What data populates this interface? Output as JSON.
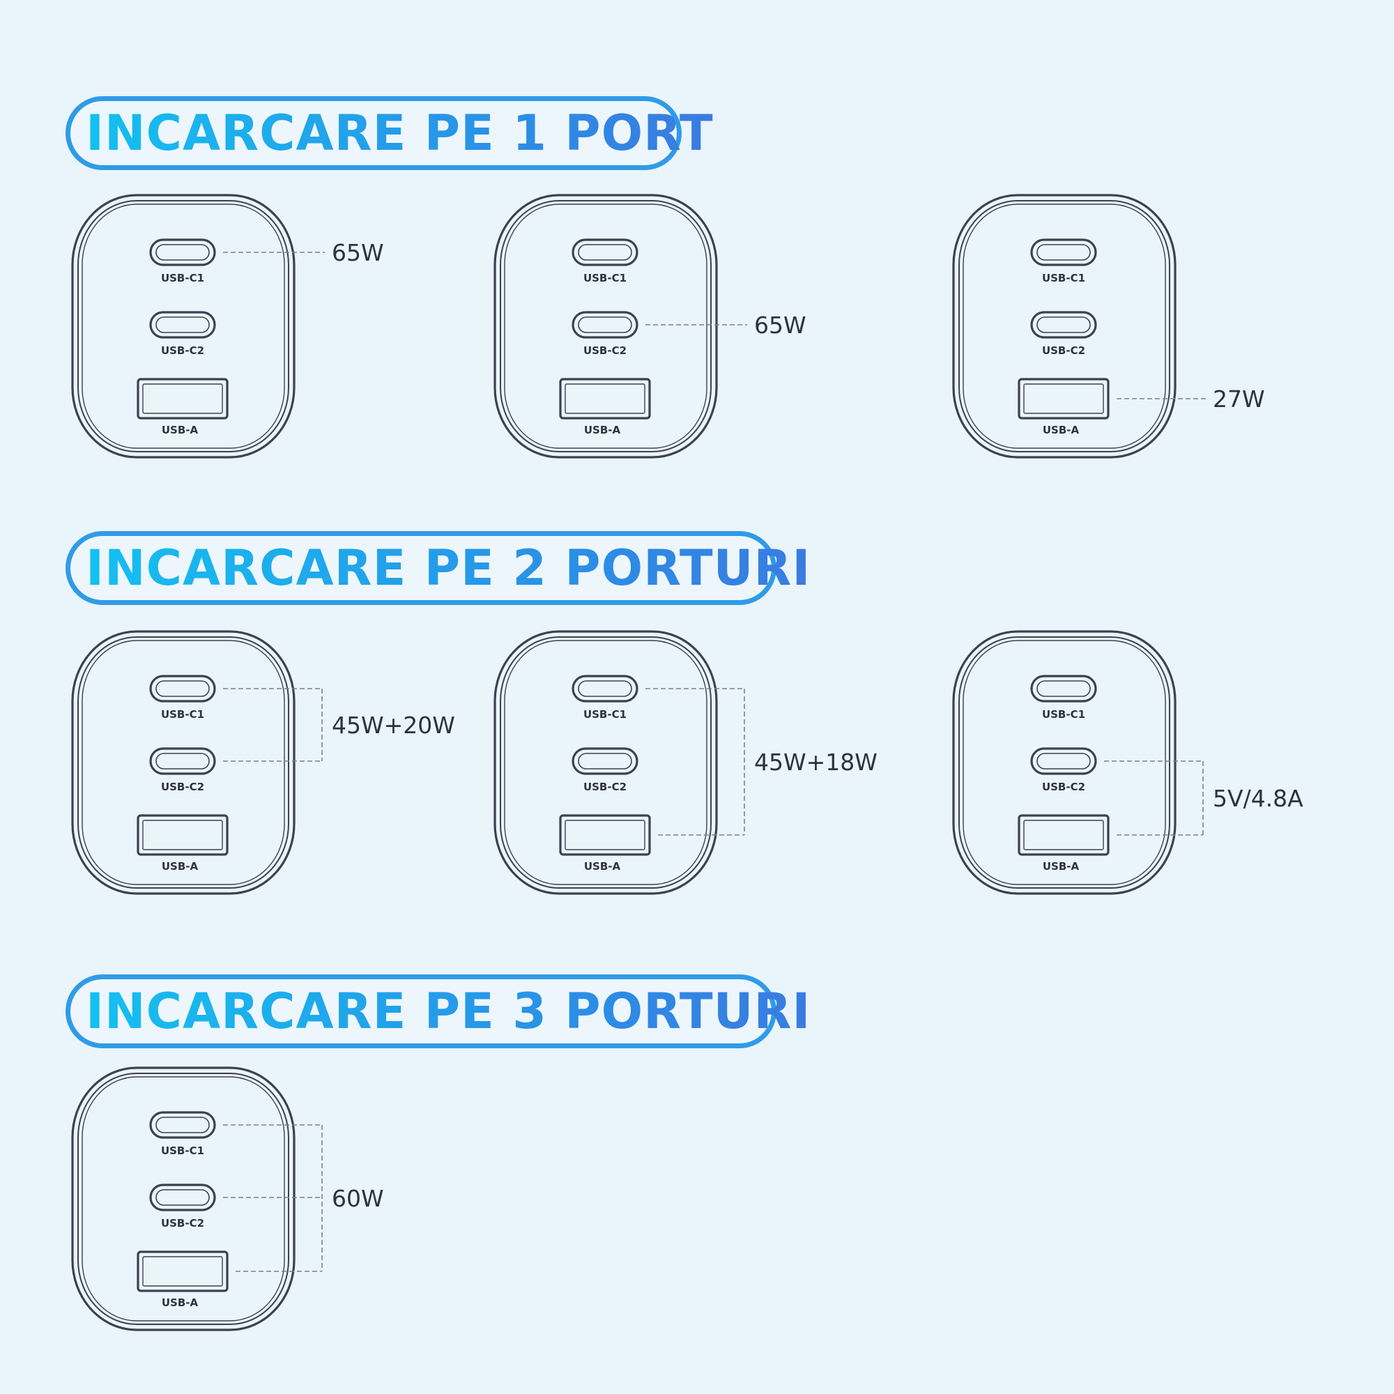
{
  "sections": [
    {
      "title": "INCARCARE PE 1 PORT"
    },
    {
      "title": "INCARCARE PE 2 PORTURI"
    },
    {
      "title": "INCARCARE PE 3 PORTURI"
    }
  ],
  "port_labels": {
    "c1": "USB-C1",
    "c2": "USB-C2",
    "a": "USB-A"
  },
  "chargers": [
    {
      "section": 1,
      "ports": [
        "c1"
      ],
      "power": "65W"
    },
    {
      "section": 1,
      "ports": [
        "c2"
      ],
      "power": "65W"
    },
    {
      "section": 1,
      "ports": [
        "a"
      ],
      "power": "27W"
    },
    {
      "section": 2,
      "ports": [
        "c1",
        "c2"
      ],
      "power": "45W+20W"
    },
    {
      "section": 2,
      "ports": [
        "c1",
        "a"
      ],
      "power": "45W+18W"
    },
    {
      "section": 2,
      "ports": [
        "c2",
        "a"
      ],
      "power": "5V/4.8A"
    },
    {
      "section": 3,
      "ports": [
        "c1",
        "c2",
        "a"
      ],
      "power": "60W"
    }
  ],
  "colors": {
    "title_border": "#2f9be8",
    "title_text": "#1fb4ee",
    "outline": "#3b4150",
    "background": "#eaf4fb"
  }
}
